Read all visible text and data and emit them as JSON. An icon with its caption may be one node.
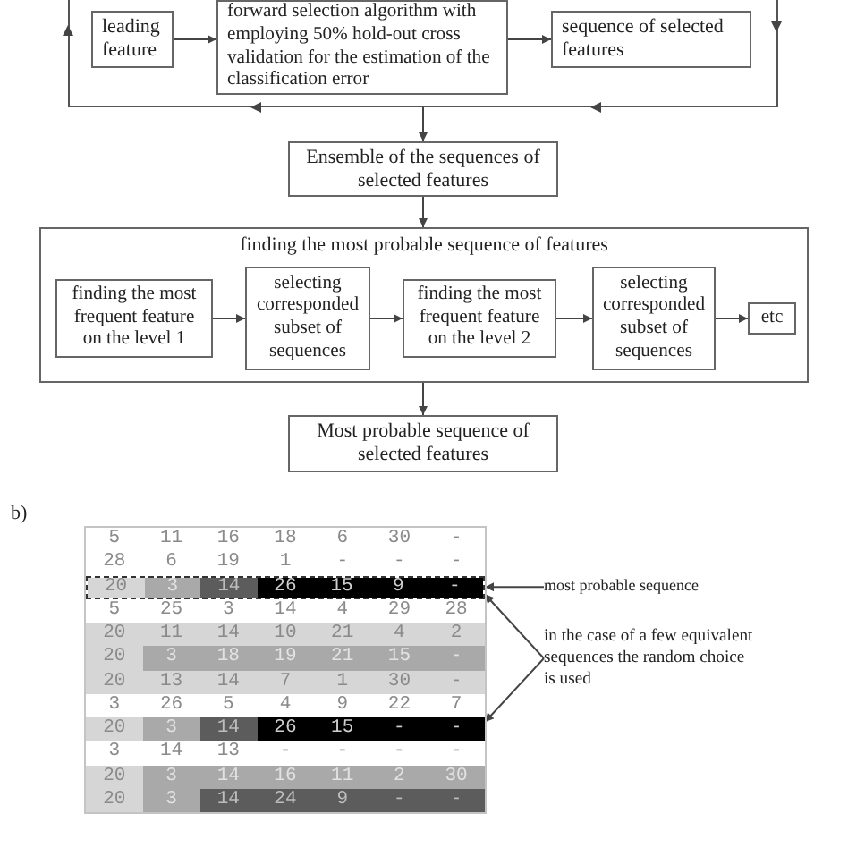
{
  "diagram": {
    "nodes": [
      {
        "text": [],
        "shape": "box"
      },
      {
        "text": [
          "leading feature"
        ],
        "in": 0
      },
      {
        "text": [
          "forward selection algorithm with employing 50% hold-out cross validation for the estimation of the classification error"
        ],
        "in": 0
      },
      {
        "text": [
          "sequence of selected features"
        ],
        "in": 0
      },
      {
        "text": [
          "Ensemble of the sequences of selected features"
        ]
      },
      {
        "text": [
          "finding the most probable sequence of features"
        ]
      },
      {
        "text": [
          "finding the most frequent feature on the level 1"
        ],
        "in": 5
      },
      {
        "text": [
          "selecting corresponded subset of sequences"
        ],
        "in": 5
      },
      {
        "text": [
          "finding the most frequent feature on the level 2"
        ],
        "in": 5
      },
      {
        "text": [
          "selecting corresponded subset of sequences"
        ],
        "in": 5
      },
      {
        "text": [
          "etc"
        ],
        "in": 5
      },
      {
        "text": [
          "Most probable sequence of selected features"
        ]
      },
      {
        "text": [
          "most probable sequence"
        ]
      },
      {
        "text": [
          "in the case of a few equivalent sequences the random choice is used"
        ]
      },
      {
        "text": [],
        "shape": "bar"
      },
      {
        "text": [],
        "shape": "bar"
      }
    ],
    "edges": [
      {
        "from": 1,
        "to": 2,
        "arrow": "to"
      },
      {
        "from": 2,
        "to": 3,
        "arrow": "to"
      },
      {
        "from": 0,
        "to": 4,
        "arrow": "to"
      },
      {
        "from": 4,
        "to": 5,
        "arrow": "to"
      },
      {
        "from": 6,
        "to": 7,
        "arrow": "to"
      },
      {
        "from": 7,
        "to": 8,
        "arrow": "to"
      },
      {
        "from": 8,
        "to": 9,
        "arrow": "to"
      },
      {
        "from": 9,
        "to": 10,
        "arrow": "to"
      },
      {
        "from": 5,
        "to": 11,
        "arrow": "to"
      },
      {
        "from": 12,
        "to": 14,
        "arrow": "to"
      },
      {
        "from": 13,
        "to": 14,
        "arrow": "to"
      },
      {
        "from": 13,
        "to": 15,
        "arrow": "to"
      }
    ],
    "labels": [
      "b)",
      "5",
      "11",
      "16",
      "18",
      "6",
      "30",
      "-",
      "28",
      "6",
      "19",
      "1",
      "-",
      "-",
      "-",
      "20",
      "3",
      "14",
      "26",
      "15",
      "9",
      "-",
      "5",
      "25",
      "3",
      "14",
      "4",
      "29",
      "28",
      "20",
      "11",
      "14",
      "10",
      "21",
      "4",
      "2",
      "20",
      "3",
      "18",
      "19",
      "21",
      "15",
      "-",
      "20",
      "13",
      "14",
      "7",
      "1",
      "30",
      "-",
      "3",
      "26",
      "5",
      "4",
      "9",
      "22",
      "7",
      "20",
      "3",
      "14",
      "26",
      "15",
      "-",
      "-",
      "3",
      "14",
      "13",
      "-",
      "-",
      "-",
      "-",
      "20",
      "3",
      "14",
      "16",
      "11",
      "2",
      "30",
      "20",
      "3",
      "14",
      "24",
      "9",
      "-",
      "-"
    ]
  }
}
